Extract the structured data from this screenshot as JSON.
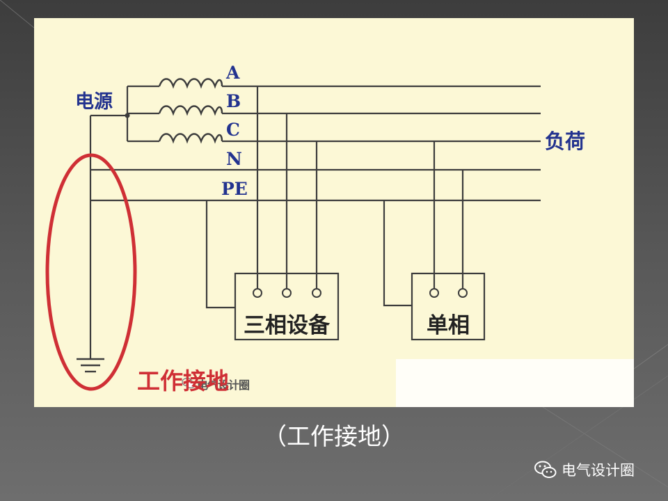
{
  "diagram": {
    "source_label": "电源",
    "load_label": "负荷",
    "lines": [
      "A",
      "B",
      "C",
      "N",
      "PE"
    ],
    "three_phase_label": "三相设备",
    "single_phase_label": "单相",
    "grounding_label": "工作接地",
    "watermark": "电气设计圈"
  },
  "caption": "（工作接地）",
  "footer_watermark": "电气设计圈",
  "colors": {
    "wire": "#3c3c3c",
    "label_blue": "#23338f",
    "highlight_red": "#cf2f35",
    "panel_bg": "#fcf8d6"
  }
}
